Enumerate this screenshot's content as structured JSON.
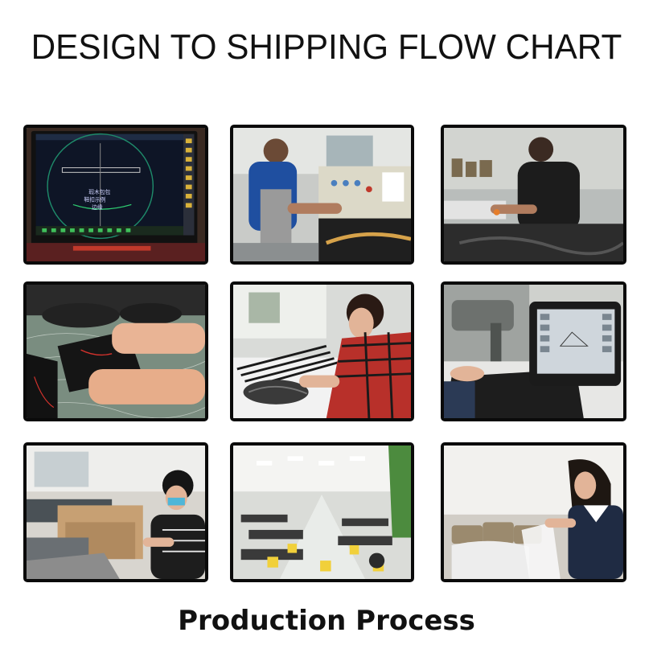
{
  "header": {
    "title": "DESIGN TO SHIPPING FLOW CHART"
  },
  "footer": {
    "subtitle": "Production Process"
  },
  "photos": [
    {
      "name": "cad-design-monitor-photo",
      "screen_text": [
        "瑕木包包",
        "鞋扣示例",
        "边缘"
      ]
    },
    {
      "name": "cutting-press-machine-photo"
    },
    {
      "name": "leather-cutting-worker-photo"
    },
    {
      "name": "material-marking-photo"
    },
    {
      "name": "hand-finishing-straps-photo"
    },
    {
      "name": "computer-sewing-machine-photo"
    },
    {
      "name": "packing-boxes-photo"
    },
    {
      "name": "factory-floor-photo"
    },
    {
      "name": "quality-inspection-photo"
    }
  ]
}
